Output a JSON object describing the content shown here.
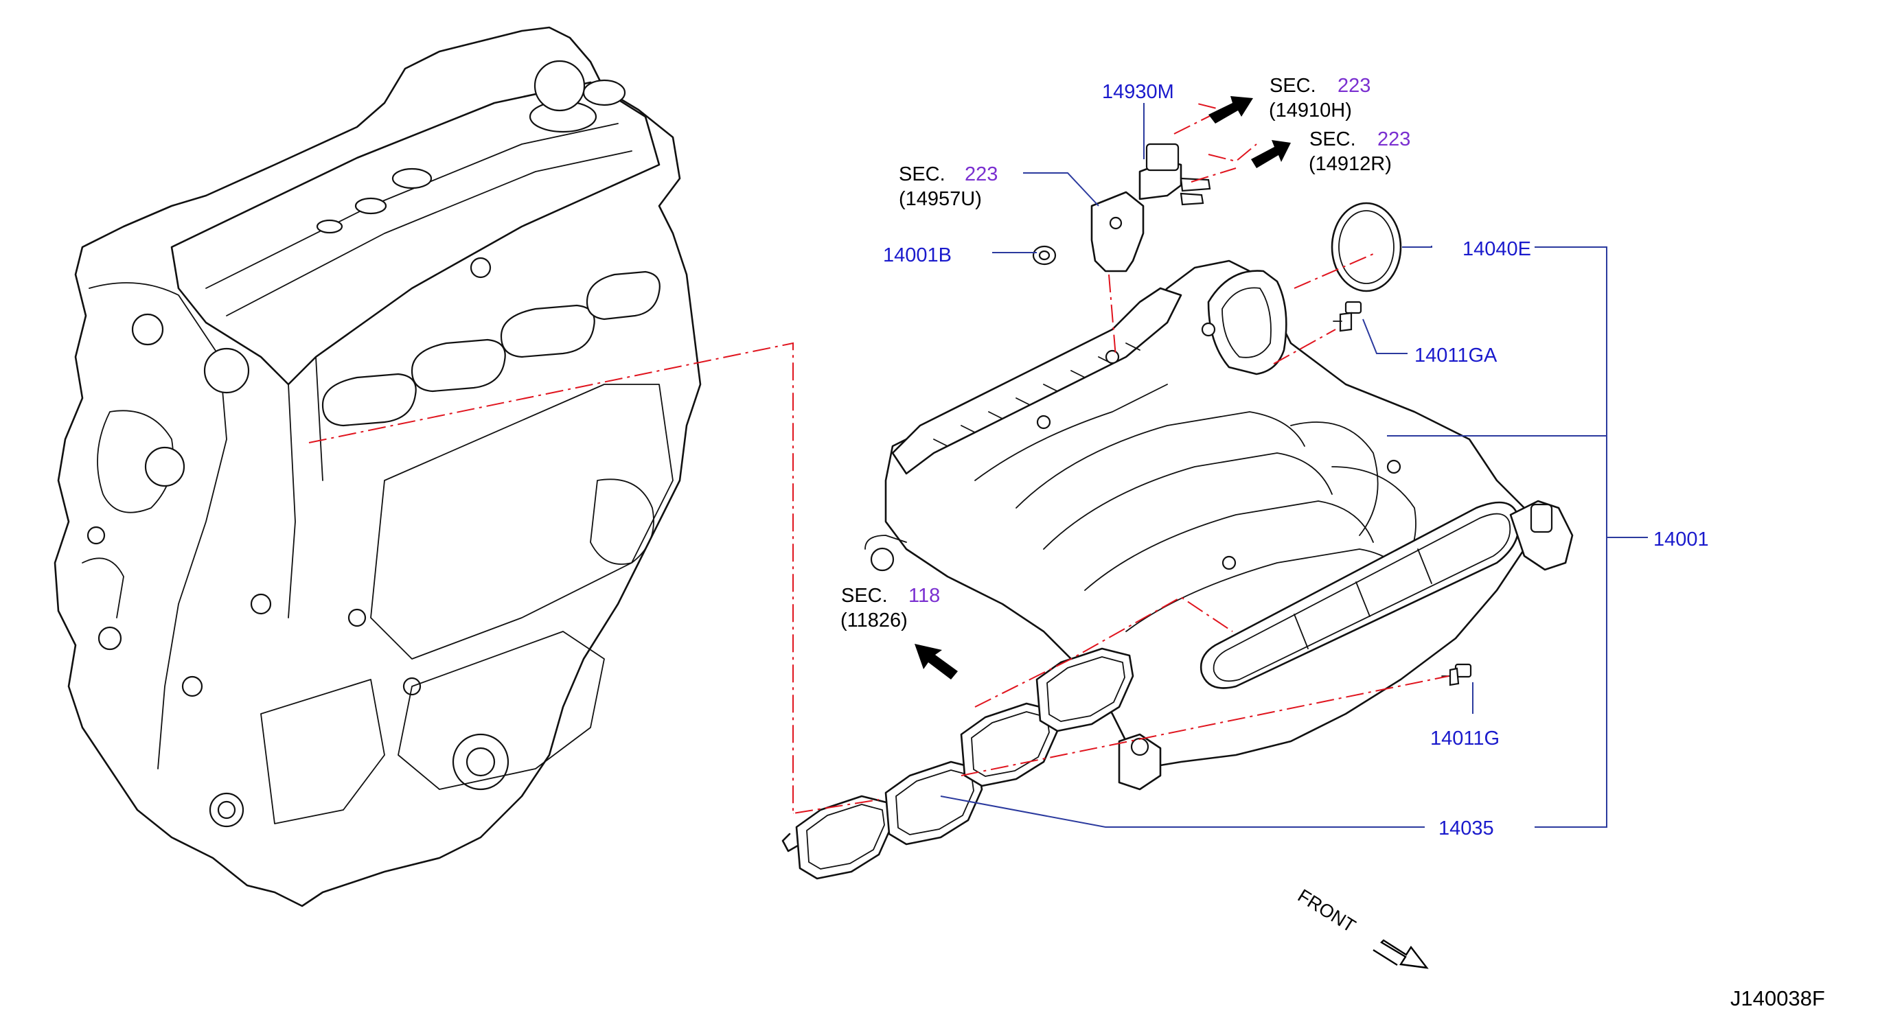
{
  "diagram": {
    "id_code": "J140038F",
    "front_label": "FRONT",
    "part_labels": {
      "p14930M": "14930M",
      "p14001B": "14001B",
      "p14040E": "14040E",
      "p14011GA": "14011GA",
      "p14001": "14001",
      "p14011G": "14011G",
      "p14035": "14035"
    },
    "section_refs": [
      {
        "word": "SEC.",
        "number": "223",
        "code": "(14910H)"
      },
      {
        "word": "SEC.",
        "number": "223",
        "code": "(14912R)"
      },
      {
        "word": "SEC.",
        "number": "223",
        "code": "(14957U)"
      },
      {
        "word": "SEC.",
        "number": "118",
        "code": "(11826)"
      }
    ]
  }
}
